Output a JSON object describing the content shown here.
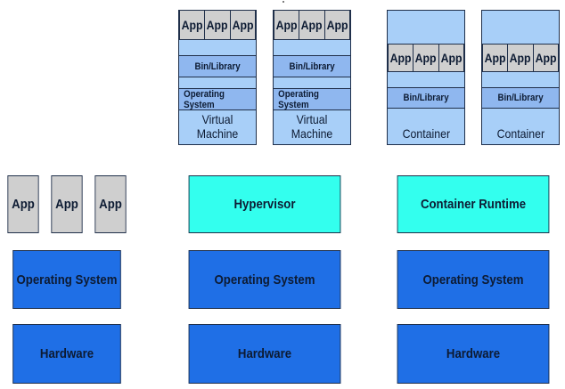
{
  "left_stack": {
    "apps": [
      "App",
      "App",
      "App"
    ],
    "os": "Operating System",
    "hardware": "Hardware"
  },
  "vm_stack": {
    "hypervisor": "Hypervisor",
    "os": "Operating System",
    "hardware": "Hardware",
    "vms": [
      {
        "apps": [
          "App",
          "App",
          "App"
        ],
        "bin": "Bin/Library",
        "os": "Operating System",
        "caption": "Virtual Machine"
      },
      {
        "apps": [
          "App",
          "App",
          "App"
        ],
        "bin": "Bin/Library",
        "os": "Operating System",
        "caption": "Virtual Machine"
      }
    ]
  },
  "container_stack": {
    "runtime": "Container Runtime",
    "os": "Operating System",
    "hardware": "Hardware",
    "containers": [
      {
        "apps": [
          "App",
          "App",
          "App"
        ],
        "bin": "Bin/Library",
        "caption": "Container"
      },
      {
        "apps": [
          "App",
          "App",
          "App"
        ],
        "bin": "Bin/Library",
        "caption": "Container"
      }
    ]
  },
  "colors": {
    "blue_layer": "#1f6fe6",
    "hypervisor": "#33ffee",
    "app": "#cfcfcf",
    "vm_container": "#a8cff8",
    "border": "#1f2f4a"
  }
}
